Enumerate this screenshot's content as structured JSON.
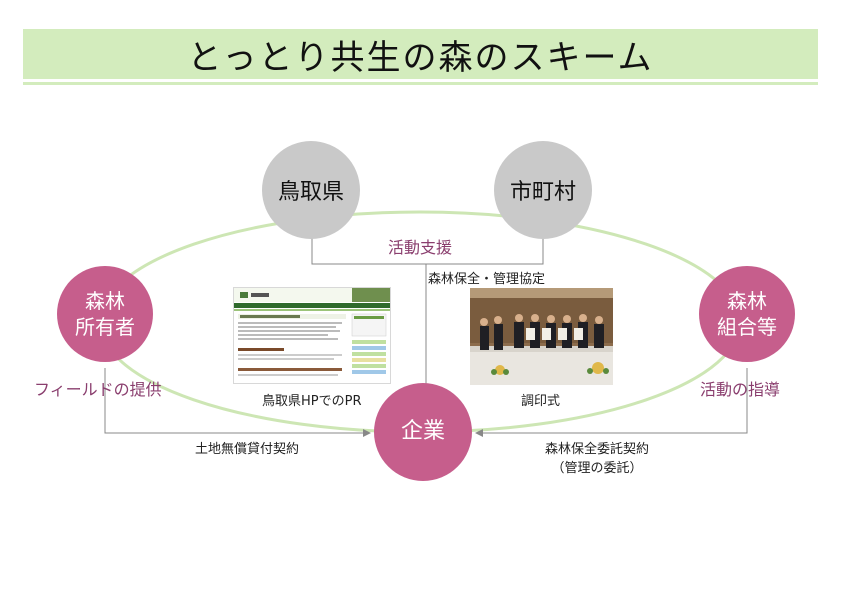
{
  "title": "とっとり共生の森のスキーム",
  "nodes": {
    "tottori_pref": "鳥取県",
    "municipality": "市町村",
    "forest_owner": "森林\n所有者",
    "forest_union": "森林\n組合等",
    "company": "企業"
  },
  "labels": {
    "activity_support": "活動支援",
    "agreement": "森林保全・管理協定",
    "field_provision": "フィールドの提供",
    "activity_guidance": "活動の指導",
    "hp_pr": "鳥取県HPでのPR",
    "signing": "調印式",
    "land_lease": "土地無償貸付契約",
    "forest_contract": "森林保全委託契約",
    "management_note": "（管理の委託）"
  },
  "colors": {
    "title_band": "#d3ecbd",
    "ellipse": "#cde6b4",
    "gray_node": "#c9c9c9",
    "pink_node": "#c65e8c",
    "accent_text": "#8a3e6e",
    "connector": "#888888"
  }
}
